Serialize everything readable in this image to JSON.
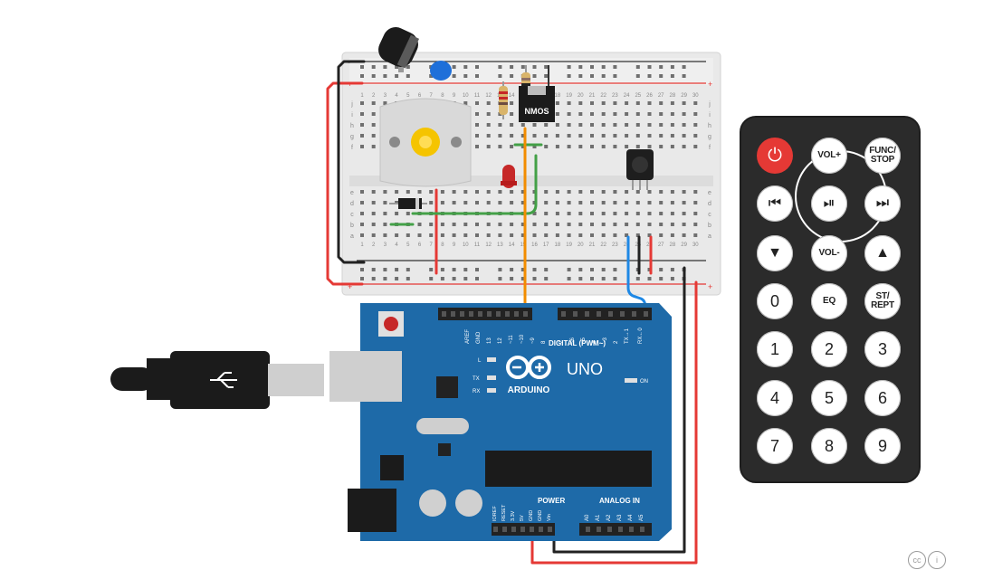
{
  "arduino": {
    "brand": "ARDUINO",
    "model": "UNO",
    "pin_header_digital": "DIGITAL (PWM~)",
    "pin_header_power": "POWER",
    "pin_header_analog": "ANALOG IN",
    "led_l": "L",
    "led_tx": "TX",
    "led_rx": "RX",
    "led_on": "ON",
    "digital_pins": [
      "AREF",
      "GND",
      "13",
      "12",
      "~11",
      "~10",
      "~9",
      "8",
      "7",
      "~6",
      "~5",
      "4",
      "~3",
      "2",
      "TX→1",
      "RX←0"
    ],
    "power_pins": [
      "IOREF",
      "RESET",
      "3.3V",
      "5V",
      "GND",
      "GND",
      "Vin"
    ],
    "analog_pins": [
      "A0",
      "A1",
      "A2",
      "A3",
      "A4",
      "A5"
    ]
  },
  "breadboard": {
    "row_letters_top": [
      "j",
      "i",
      "h",
      "g",
      "f"
    ],
    "row_letters_bottom": [
      "e",
      "d",
      "c",
      "b",
      "a"
    ],
    "columns": [
      "1",
      "2",
      "3",
      "4",
      "5",
      "6",
      "7",
      "8",
      "9",
      "10",
      "11",
      "12",
      "13",
      "14",
      "15",
      "16",
      "17",
      "18",
      "19",
      "20",
      "21",
      "22",
      "23",
      "24",
      "25",
      "26",
      "27",
      "28",
      "29",
      "30"
    ],
    "rail_plus": "+",
    "rail_minus": "-"
  },
  "mosfet_label": "NMOS",
  "remote": {
    "buttons": [
      {
        "id": "power",
        "label": "⏻"
      },
      {
        "id": "vol-up",
        "label": "VOL+"
      },
      {
        "id": "func-stop",
        "label": "FUNC/ STOP"
      },
      {
        "id": "prev",
        "label": "⏮"
      },
      {
        "id": "play-pause",
        "label": "⏯"
      },
      {
        "id": "next",
        "label": "⏭"
      },
      {
        "id": "down",
        "label": "▼"
      },
      {
        "id": "vol-down",
        "label": "VOL-"
      },
      {
        "id": "up",
        "label": "▲"
      },
      {
        "id": "zero",
        "label": "0"
      },
      {
        "id": "eq",
        "label": "EQ"
      },
      {
        "id": "st-rept",
        "label": "ST/ REPT"
      },
      {
        "id": "one",
        "label": "1"
      },
      {
        "id": "two",
        "label": "2"
      },
      {
        "id": "three",
        "label": "3"
      },
      {
        "id": "four",
        "label": "4"
      },
      {
        "id": "five",
        "label": "5"
      },
      {
        "id": "six",
        "label": "6"
      },
      {
        "id": "seven",
        "label": "7"
      },
      {
        "id": "eight",
        "label": "8"
      },
      {
        "id": "nine",
        "label": "9"
      }
    ]
  },
  "license": {
    "cc": "cc",
    "by": "i"
  },
  "colors": {
    "board_blue": "#1e6aa8",
    "breadboard": "#e9e9e9",
    "wire_red": "#e53935",
    "wire_black": "#222222",
    "wire_green": "#43a047",
    "wire_orange": "#f28c00",
    "wire_blue": "#1e88e5",
    "remote_body": "#2b2b2b",
    "power_button": "#e53935"
  }
}
